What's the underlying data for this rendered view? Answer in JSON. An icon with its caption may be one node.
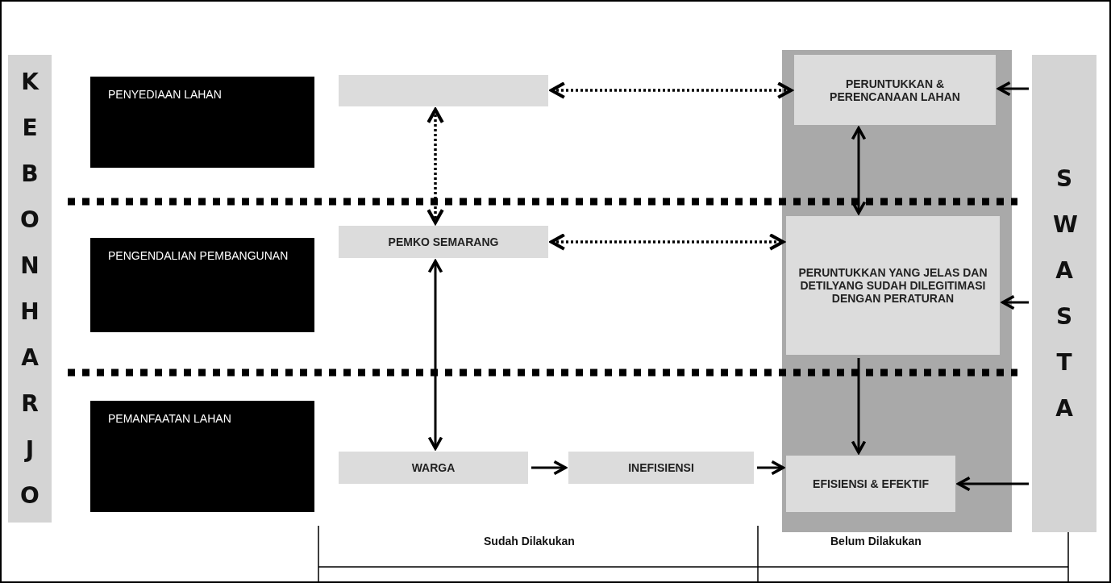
{
  "diagram": {
    "nodes": [
      {
        "text": [
          "KEBONHARJO"
        ]
      },
      {
        "text": [
          "PENYEDIAAN LAHAN"
        ]
      },
      {
        "text": [
          "PENGENDALIAN PEMBANGUNAN"
        ]
      },
      {
        "text": [
          "PEMANFAATAN LAHAN"
        ]
      },
      {
        "text": [],
        "shape": "box"
      },
      {
        "text": [
          "PEMKO SEMARANG"
        ]
      },
      {
        "text": [
          "WARGA"
        ]
      },
      {
        "text": [
          "INEFISIENSI"
        ]
      },
      {
        "text": [
          "PERUNTUKKAN & PERENCANAAN LAHAN"
        ]
      },
      {
        "text": [
          "PERUNTUKKAN YANG JELAS DAN DETILYANG SUDAH DILEGITIMASI DENGAN PERATURAN"
        ]
      },
      {
        "text": [
          "EFISIENSI & EFEKTIF"
        ]
      },
      {
        "text": [
          "SWASTA"
        ]
      }
    ],
    "edges": [
      {
        "from": 4,
        "to": 8,
        "arrow": "both",
        "style": "dashed"
      },
      {
        "from": 4,
        "to": 5,
        "arrow": "both",
        "style": "dashed"
      },
      {
        "from": 5,
        "to": 9,
        "arrow": "both",
        "style": "dashed"
      },
      {
        "from": 5,
        "to": 6,
        "arrow": "both"
      },
      {
        "from": 8,
        "to": 9,
        "arrow": "both"
      },
      {
        "from": 9,
        "to": 10,
        "arrow": "to"
      },
      {
        "from": 6,
        "to": 7,
        "arrow": "to"
      },
      {
        "from": 7,
        "to": 10,
        "arrow": "to"
      },
      {
        "from": 11,
        "to": 8,
        "arrow": "to"
      },
      {
        "from": 11,
        "to": 9,
        "arrow": "to"
      },
      {
        "from": 11,
        "to": 10,
        "arrow": "to"
      }
    ],
    "labels": [
      "Sudah Dilakukan",
      "Belum Dilakukan"
    ]
  }
}
